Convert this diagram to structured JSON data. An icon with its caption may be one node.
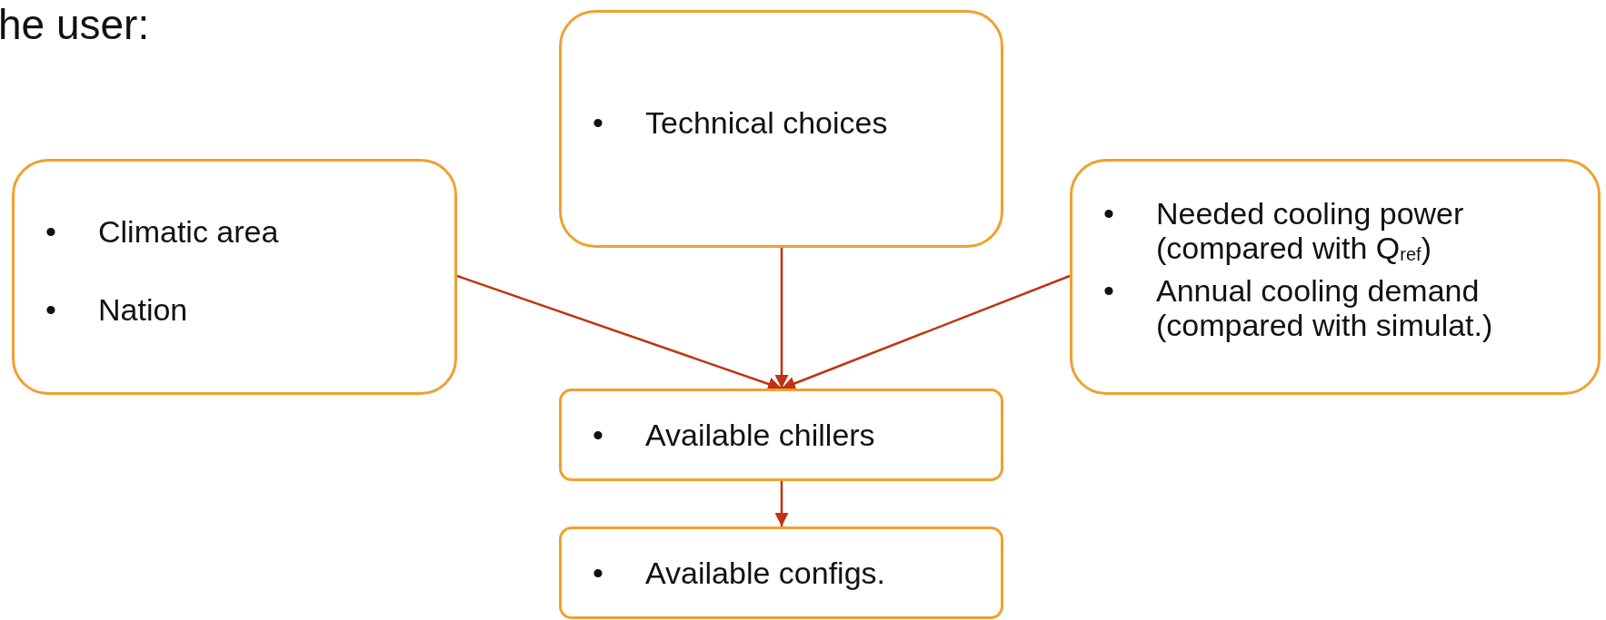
{
  "diagram": {
    "nodes": [
      {
        "text": [
          "•",
          "Climatic area",
          "•",
          "Nation"
        ]
      },
      {
        "text": [
          "•",
          "Technical choices"
        ]
      },
      {
        "text": [
          "•",
          "Needed cooling power (compared with Q$_{ref}$)",
          "•",
          "Annual cooling demand (compared with simulat.)"
        ]
      },
      {
        "text": [
          "•",
          "Available chillers"
        ]
      },
      {
        "text": [
          "•",
          "Available configs."
        ]
      }
    ],
    "edges": [
      {
        "from": 0,
        "to": 3,
        "arrow": "to"
      },
      {
        "from": 1,
        "to": 3,
        "arrow": "to"
      },
      {
        "from": 2,
        "to": 3,
        "arrow": "to"
      },
      {
        "from": 3,
        "to": 4,
        "arrow": "to"
      }
    ],
    "labels": [
      "he user:"
    ]
  }
}
